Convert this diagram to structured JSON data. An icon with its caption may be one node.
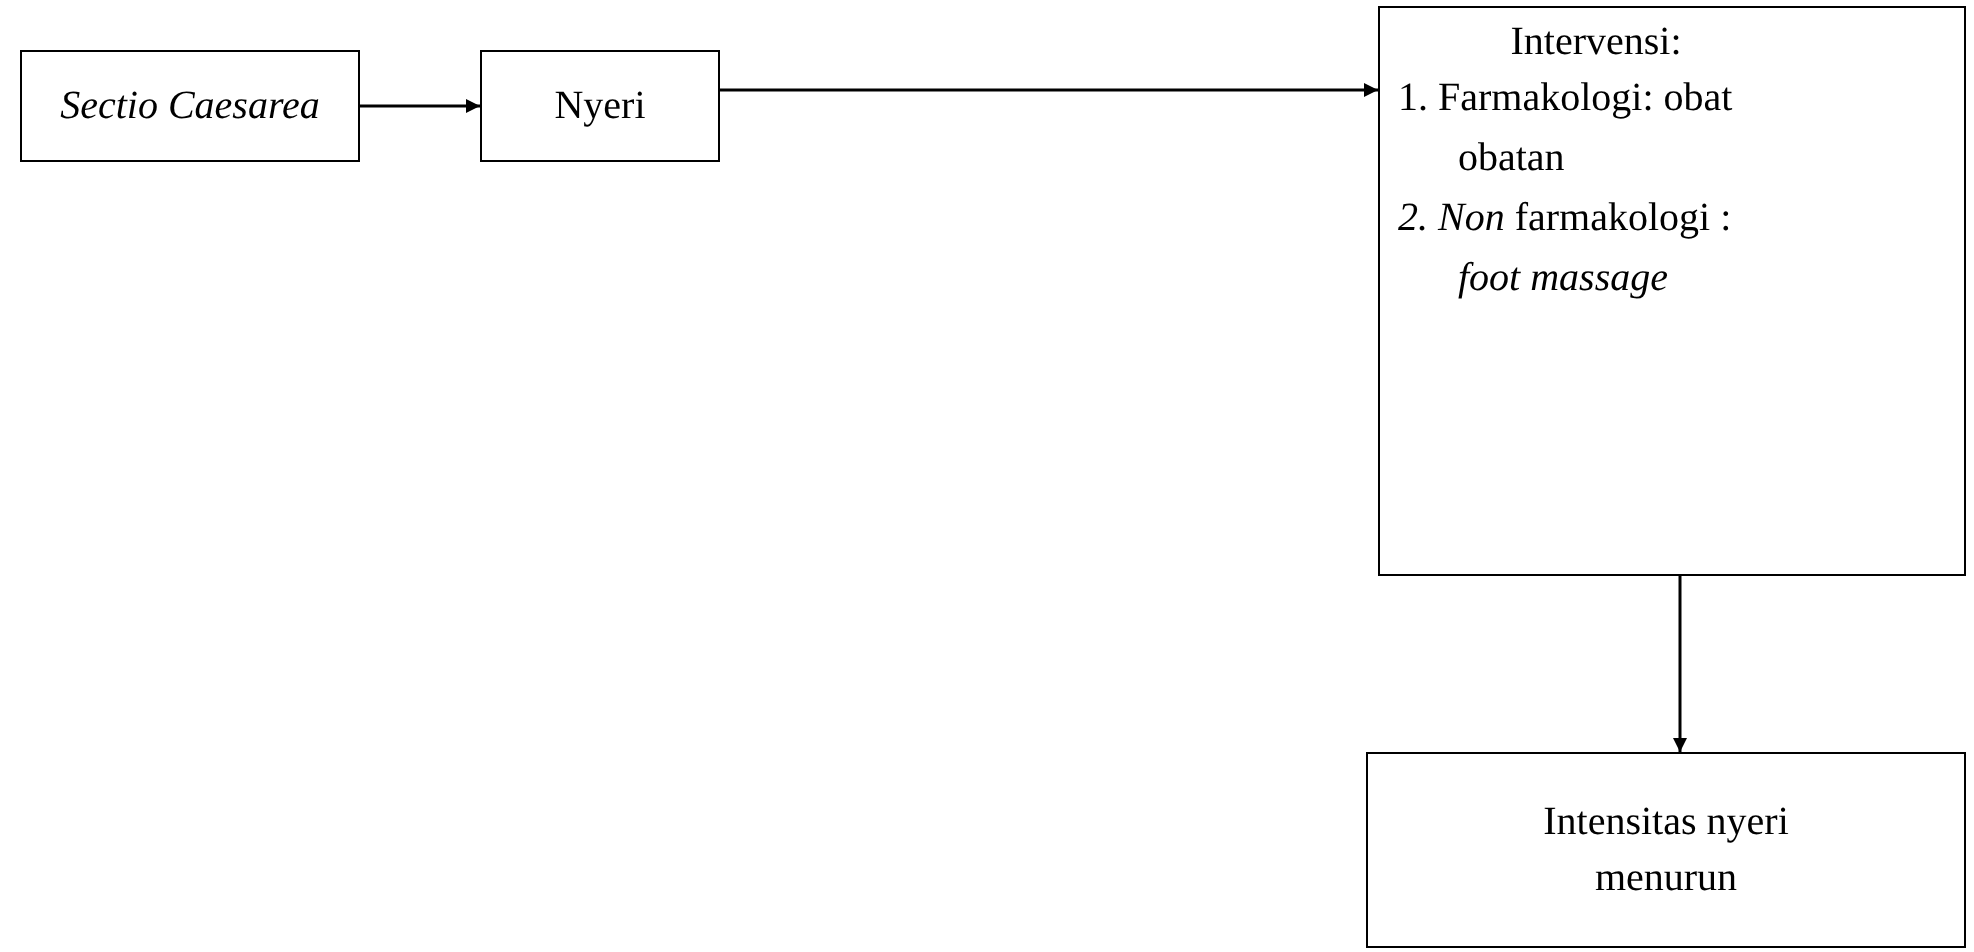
{
  "diagram": {
    "nodes": [
      {
        "text": [
          "Sectio Caesarea"
        ]
      },
      {
        "text": [
          "Nyeri"
        ]
      },
      {
        "text": [
          "Intervensi:",
          "1. Farmakologi: obat obatan",
          "*2. Non* farmakologi : *foot massage*"
        ]
      },
      {
        "text": [
          "Intensitas nyeri menurun"
        ]
      }
    ],
    "edges": [
      {
        "from": 0,
        "to": 1,
        "arrow": "to"
      },
      {
        "from": 1,
        "to": 2,
        "arrow": "to"
      },
      {
        "from": 2,
        "to": 3,
        "arrow": "to"
      }
    ]
  }
}
